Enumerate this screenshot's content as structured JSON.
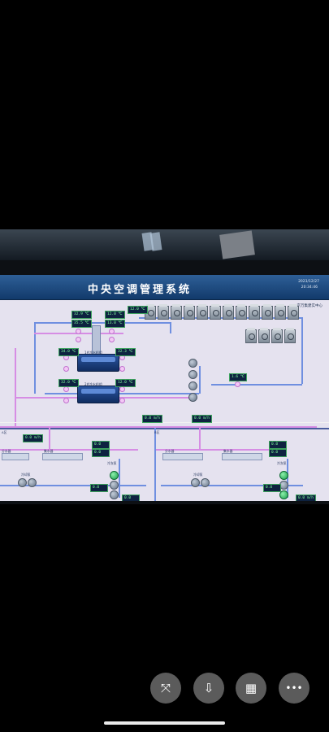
{
  "title": "中央空调管理系统",
  "date": "2023/12/27",
  "time": "20:34:46",
  "site": "京万集建实中心",
  "chillers": [
    {
      "label": "1#冷水机组"
    },
    {
      "label": "2#冷水机组"
    }
  ],
  "readouts": {
    "top_left_1": "32.9 ℃",
    "top_left_2": "35.5 ℃",
    "top_mid_1": "12.0 ℃",
    "top_mid_2": "13.0 ℃",
    "top_right": "12.0 ℃",
    "left_mid_1": "34.0 ℃",
    "left_mid_2": "32.0 ℃",
    "mid_1": "32.3 ℃",
    "mid_2": "12.0 ℃",
    "right_temp": "1.6 ℃",
    "center_flow": "0.0 m/h",
    "center_flow2": "0.0 m/h",
    "left_flow": "0.0 m/h",
    "bottom_left_1": "0.0",
    "bottom_left_2": "0.0",
    "bottom_center_1": "0.0",
    "bottom_center_2": "0.0",
    "bottom_right_1": "0.0",
    "bottom_right_2": "0.0",
    "bottom_right_3": "0.0",
    "right_flow": "0.0 m/h"
  },
  "labels": {
    "cooling_pump": "冷却泵",
    "chilled_pump": "冷冻泵",
    "water_tank": "分水器",
    "header": "集水器",
    "area_left": "A区",
    "area_right": "B区"
  },
  "bottom_actions": [
    {
      "name": "move-icon",
      "glyph": "⤧"
    },
    {
      "name": "download-icon",
      "glyph": "⇩"
    },
    {
      "name": "grid-icon",
      "glyph": "▦"
    },
    {
      "name": "more-icon",
      "glyph": "•••"
    }
  ]
}
